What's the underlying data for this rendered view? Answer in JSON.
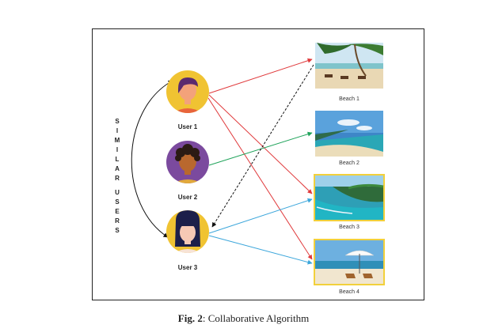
{
  "users": [
    {
      "label": "User 1",
      "avatar": "female-short-hair-avatar-icon",
      "bg": "#F0C332"
    },
    {
      "label": "User 2",
      "avatar": "male-curly-hair-avatar-icon",
      "bg": "#7B4A9E"
    },
    {
      "label": "User 3",
      "avatar": "female-long-hair-avatar-icon",
      "bg": "#F0C332"
    }
  ],
  "beaches": [
    {
      "label": "Beach 1",
      "image": "beach-palm-chairs-photo"
    },
    {
      "label": "Beach 2",
      "image": "beach-shoreline-photo"
    },
    {
      "label": "Beach 3",
      "image": "beach-tropical-coast-photo"
    },
    {
      "label": "Beach 4",
      "image": "beach-umbrella-chairs-photo"
    }
  ],
  "similar_label": "SIMILAR USERS",
  "caption": {
    "prefix": "Fig. 2",
    "text": ": Collaborative Algorithm"
  },
  "colors": {
    "user1_edges": "#E0393B",
    "user2_edges": "#1FA35A",
    "user3_edges": "#3BA6DB",
    "recommendation": "#111111",
    "highlight_border": "#F2D03B"
  },
  "edges": [
    {
      "from": "User 1",
      "to": "Beach 1",
      "style": "solid"
    },
    {
      "from": "User 1",
      "to": "Beach 3",
      "style": "solid"
    },
    {
      "from": "User 1",
      "to": "Beach 4",
      "style": "solid"
    },
    {
      "from": "User 2",
      "to": "Beach 2",
      "style": "solid"
    },
    {
      "from": "User 3",
      "to": "Beach 3",
      "style": "solid"
    },
    {
      "from": "User 3",
      "to": "Beach 4",
      "style": "solid"
    },
    {
      "from": "Beach 1",
      "to": "User 3",
      "style": "dashed"
    }
  ]
}
